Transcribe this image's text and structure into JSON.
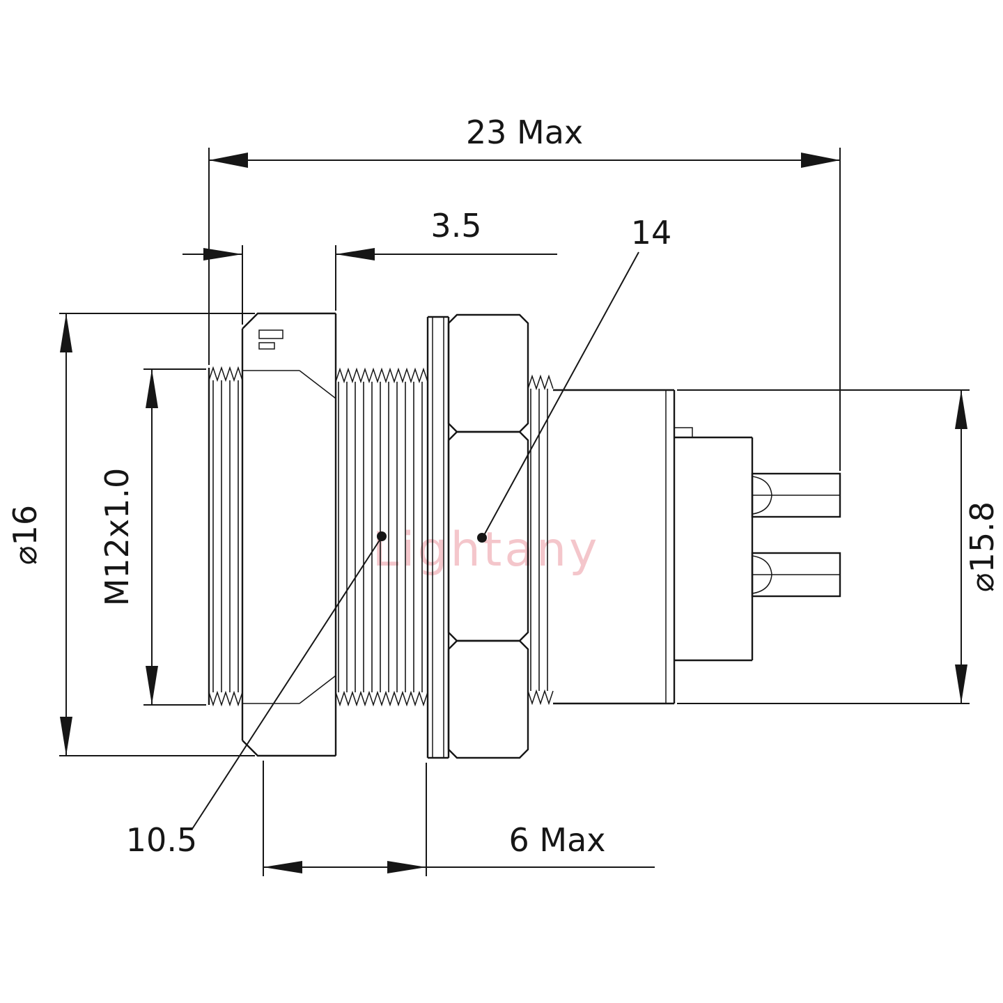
{
  "watermark": "Lightany",
  "colors": {
    "line": "#161616",
    "watermark": "#f2b9bf"
  },
  "dims": {
    "overall_length": "23 Max",
    "flange_thickness": "3.5",
    "hex_nut_ref": "14",
    "flange_diameter": "⌀16",
    "mounting_thread": "M12x1.0",
    "body_diameter": "⌀15.8",
    "thread_ref": "10.5",
    "rear_length": "6 Max"
  }
}
